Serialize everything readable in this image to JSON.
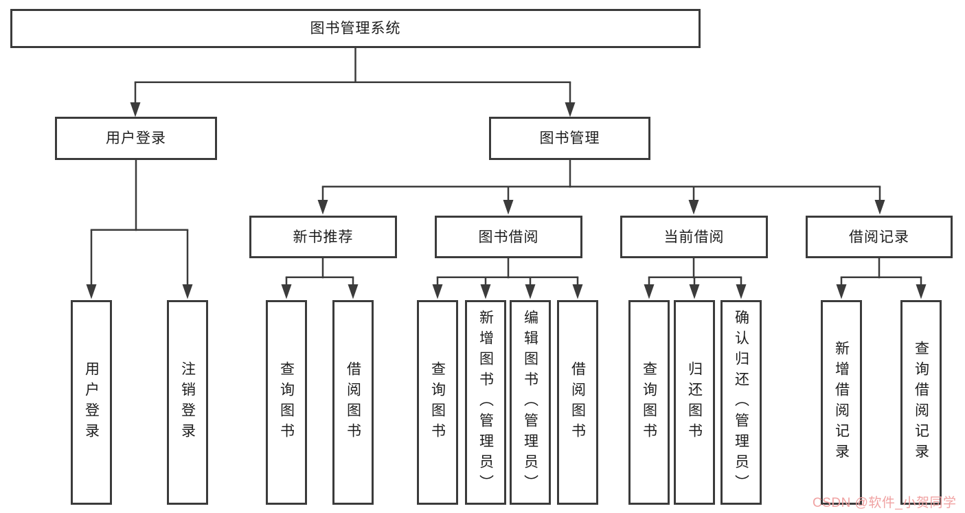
{
  "diagram": {
    "title": "图书管理系统",
    "level1": [
      {
        "label": "用户登录"
      },
      {
        "label": "图书管理"
      }
    ],
    "level2": [
      {
        "label": "新书推荐"
      },
      {
        "label": "图书借阅"
      },
      {
        "label": "当前借阅"
      },
      {
        "label": "借阅记录"
      }
    ],
    "leaves": {
      "login": [
        "用户登录",
        "注销登录"
      ],
      "recommend": [
        "查询图书",
        "借阅图书"
      ],
      "borrow": [
        "查询图书",
        "新增图书（管理员）",
        "编辑图书（管理员）",
        "借阅图书"
      ],
      "current": [
        "查询图书",
        "归还图书",
        "确认归还（管理员）"
      ],
      "records": [
        "新增借阅记录",
        "查询借阅记录"
      ]
    }
  },
  "watermark": "CSDN @软件_小贺同学",
  "colors": {
    "line": "#3b3b3b",
    "text": "#1d1d1d",
    "watermark": "#f0a2a2",
    "background": "#ffffff"
  }
}
